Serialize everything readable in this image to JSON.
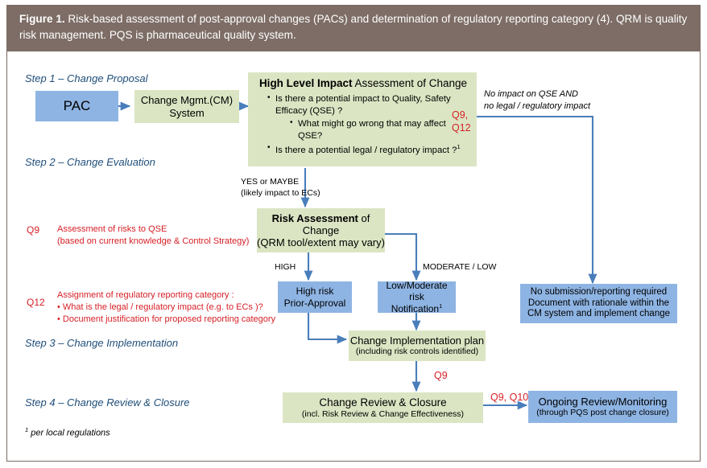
{
  "figure": {
    "label": "Figure 1.",
    "caption": " Risk-based assessment of post-approval changes (PACs) and determination of regulatory reporting category (4). QRM is quality risk management. PQS is pharmaceutical quality system."
  },
  "colors": {
    "caption_bar": "#7d6d66",
    "box_blue": "#8eb4e3",
    "box_green": "#dbe5c3",
    "arrow_blue": "#4a7ebb",
    "step_text": "#1f4e79",
    "annotation_red": "#d61f26"
  },
  "steps": [
    {
      "id": "step1",
      "label": "Step 1 – Change Proposal"
    },
    {
      "id": "step2",
      "label": "Step 2 – Change Evaluation"
    },
    {
      "id": "step3",
      "label": "Step 3 – Change Implementation"
    },
    {
      "id": "step4",
      "label": "Step 4 – Change Review & Closure"
    }
  ],
  "nodes": {
    "pac": {
      "text": "PAC"
    },
    "cm_system": {
      "line1": "Change Mgmt.(CM)",
      "line2": "System"
    },
    "high_level_impact": {
      "title_bold": "High Level Impact",
      "title_rest": " Assessment of Change",
      "bullets": [
        "Is there a potential impact to Quality, Safety Efficacy (QSE) ?",
        "Is there a potential legal / regulatory impact ?"
      ],
      "sub_bullet": "What might go wrong that may affect QSE?",
      "footnote_mark": "1"
    },
    "risk_assessment": {
      "title_bold": "Risk Assessment",
      "title_rest": " of",
      "line2": "Change",
      "line3": "(QRM tool/extent may vary)"
    },
    "high_risk": {
      "line1": "High risk",
      "line2": "Prior-Approval"
    },
    "low_mod_risk": {
      "line1": "Low/Moderate risk",
      "line2": "Notification",
      "footnote_mark": "1"
    },
    "no_submission": {
      "line1": "No submission/reporting required",
      "line2": "Document with rationale  within the",
      "line3": "CM system and implement change"
    },
    "change_impl_plan": {
      "line1": "Change Implementation plan",
      "line2": "(including risk controls identified)"
    },
    "change_review_closure": {
      "line1": "Change Review & Closure",
      "line2": "(incl. Risk Review & Change Effectiveness)"
    },
    "ongoing_review": {
      "line1": "Ongoing Review/Monitoring",
      "line2": "(through PQS post change closure)"
    }
  },
  "edge_labels": {
    "q9_q12_bracket": {
      "line1": "Q9,",
      "line2": "Q12"
    },
    "no_impact": {
      "line1": "No impact on QSE  AND",
      "line2": "no legal / regulatory impact"
    },
    "yes_or_maybe": {
      "line1": "YES or MAYBE",
      "line2": "(likely impact to ECs)"
    },
    "high": "HIGH",
    "moderate_low": "MODERATE / LOW",
    "q9_plain": "Q9",
    "q9_q10": "Q9, Q10"
  },
  "annotations": {
    "q9": {
      "key": "Q9",
      "line1": "Assessment of risks to QSE",
      "line2": "(based on current knowledge & Control Strategy)"
    },
    "q12": {
      "key": "Q12",
      "line1": "Assignment of regulatory reporting category :",
      "bullet1": "What is the legal / regulatory impact (e.g. to ECs )?",
      "bullet2": "Document justification for proposed reporting category"
    }
  },
  "footnote": {
    "mark": "1",
    "text": " per local regulations"
  }
}
